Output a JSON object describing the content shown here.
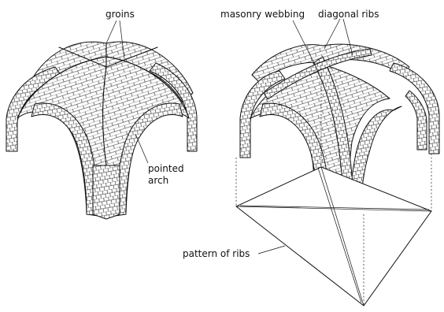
{
  "labels": {
    "groins": "groins",
    "pointed_arch": "pointed\narch",
    "masonry_webbing": "masonry webbing",
    "diagonal_ribs": "diagonal ribs",
    "pattern_of_ribs": "pattern of ribs"
  }
}
